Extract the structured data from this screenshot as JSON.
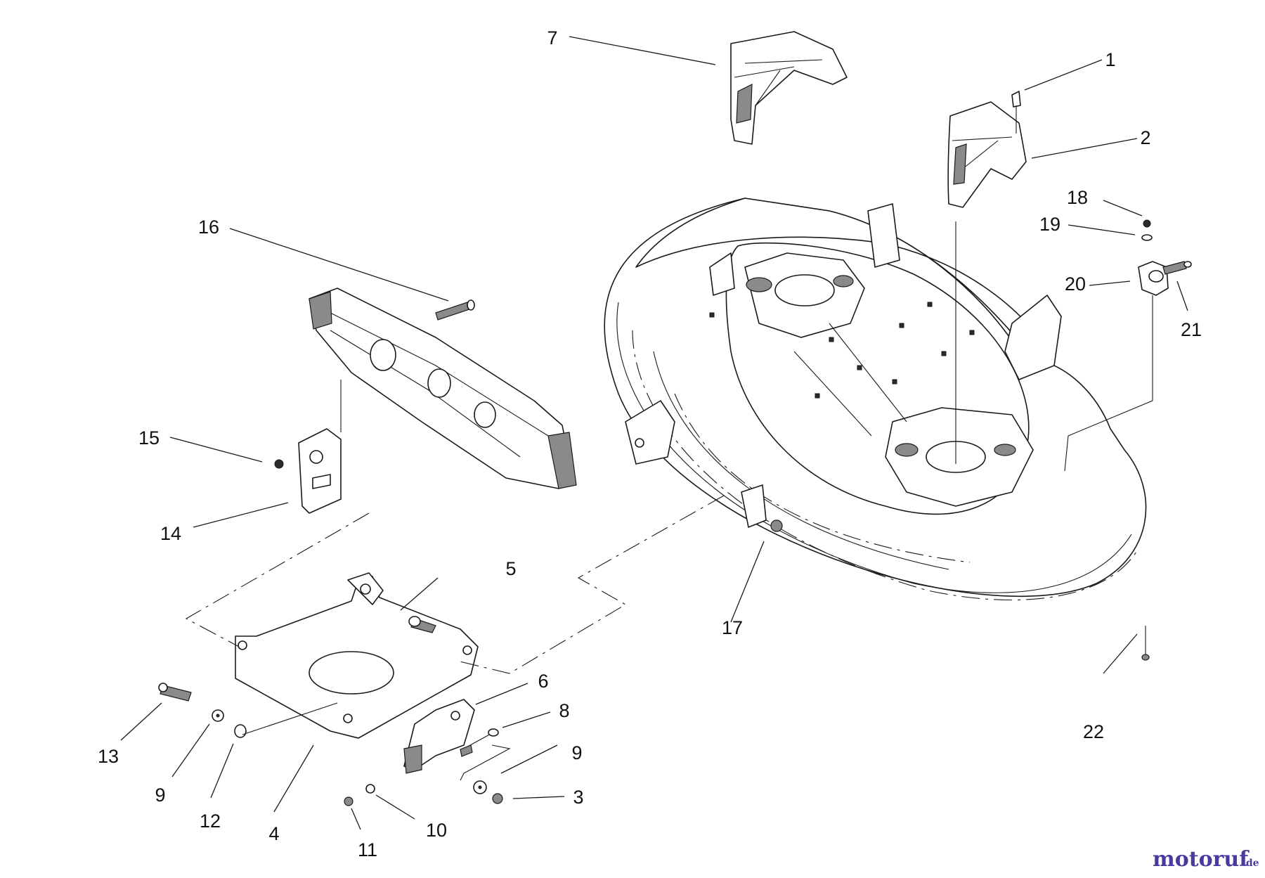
{
  "callouts": [
    "1",
    "2",
    "3",
    "4",
    "5",
    "6",
    "7",
    "8",
    "9",
    "9",
    "10",
    "11",
    "12",
    "13",
    "14",
    "15",
    "16",
    "17",
    "18",
    "19",
    "20",
    "21",
    "22"
  ],
  "watermark": {
    "brand": "motoruf",
    "suffix": ".de"
  }
}
